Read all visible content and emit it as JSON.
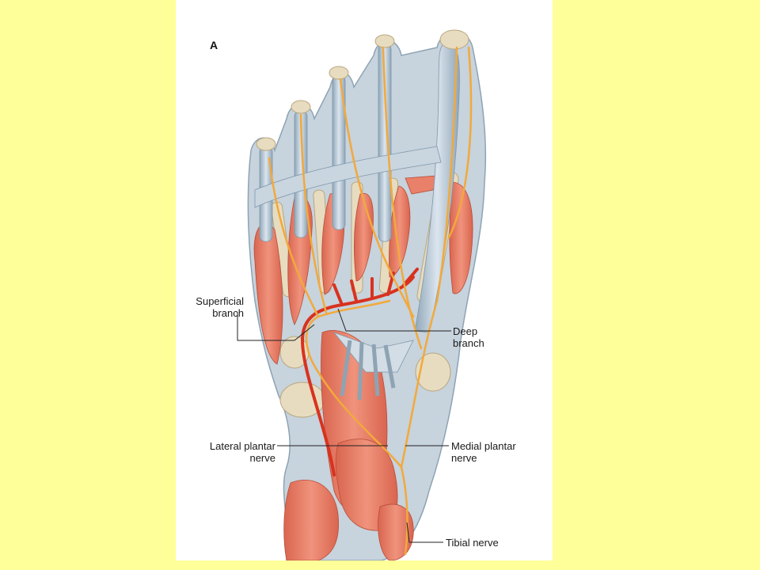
{
  "figure": {
    "panel_letter": "A",
    "labels": {
      "superficial_branch": [
        "Superficial",
        "branch"
      ],
      "deep_branch": [
        "Deep",
        "branch"
      ],
      "lateral_plantar_nerve": [
        "Lateral plantar",
        "nerve"
      ],
      "medial_plantar_nerve": [
        "Medial plantar",
        "nerve"
      ],
      "tibial_nerve": "Tibial nerve"
    },
    "colors": {
      "slide_background": "#ffff99",
      "figure_background": "#ffffff",
      "muscle": "#e8816a",
      "tendon": "#b9c9d6",
      "bone": "#e7dcc0",
      "nerve": "#f2a93b",
      "artery": "#d8321f",
      "leader_line": "#222222"
    }
  }
}
